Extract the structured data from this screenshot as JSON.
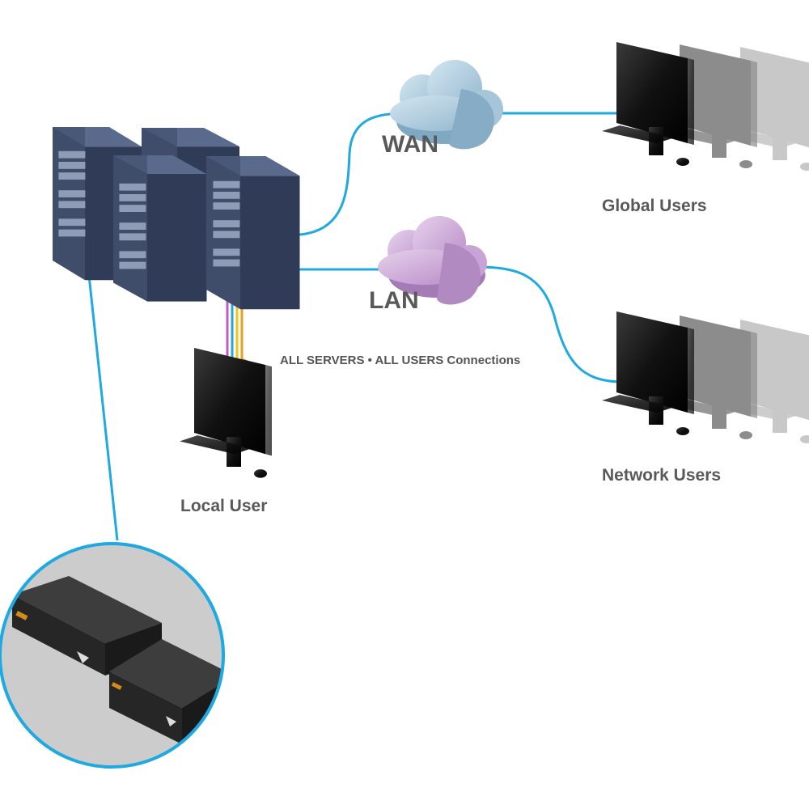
{
  "labels": {
    "wan": "WAN",
    "lan": "LAN",
    "global_users": "Global Users",
    "network_users": "Network Users",
    "local_user": "Local User",
    "connections": "ALL SERVERS • ALL USERS Connections"
  },
  "colors": {
    "link": "#1fa9e1",
    "wan_cloud": "#a8c9dc",
    "lan_cloud": "#c9a3d4",
    "server": "#3f4d6b",
    "label": "#595959",
    "zoom_background": "#cccccc",
    "device": "#2a2a2a"
  },
  "icons": [
    "server-rack-icon",
    "cloud-icon",
    "monitor-icon",
    "keyboard-icon",
    "mouse-icon",
    "kvm-extender-icon"
  ]
}
